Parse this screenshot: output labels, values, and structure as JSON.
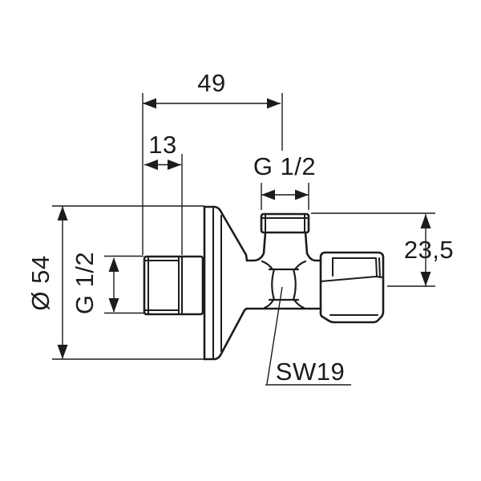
{
  "page": {
    "background": "#ffffff",
    "line_color": "#1c1c1c",
    "description": "Technical dimension drawing of an angle valve (side view)"
  },
  "labels": {
    "overall_depth": "49",
    "thread_length": "13",
    "top_outlet_thread": "G 1/2",
    "inlet_thread": "G 1/2",
    "rosette_diameter": "Ø 54",
    "outlet_height": "23,5",
    "wrench_size": "SW19"
  }
}
